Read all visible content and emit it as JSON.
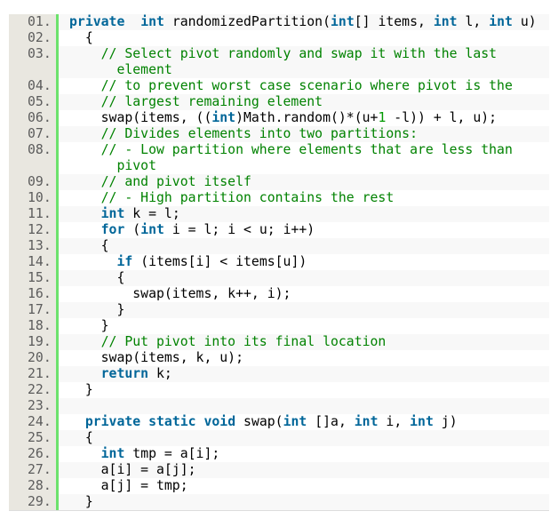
{
  "lines": [
    {
      "n": "01.",
      "code": [
        [
          "kw",
          "private"
        ],
        [
          "",
          "  "
        ],
        [
          "kw",
          "int"
        ],
        [
          "",
          " randomizedPartition("
        ],
        [
          "kw",
          "int"
        ],
        [
          "",
          "[] items, "
        ],
        [
          "kw",
          "int"
        ],
        [
          "",
          " l, "
        ],
        [
          "kw",
          "int"
        ],
        [
          "",
          " u)"
        ]
      ]
    },
    {
      "n": "02.",
      "code": [
        [
          "",
          "  {"
        ]
      ]
    },
    {
      "n": "03.",
      "code": [
        [
          "cm",
          "    // Select pivot randomly and swap it with the last\n      element"
        ]
      ]
    },
    {
      "n": "04.",
      "code": [
        [
          "cm",
          "    // to prevent worst case scenario where pivot is the"
        ]
      ]
    },
    {
      "n": "05.",
      "code": [
        [
          "cm",
          "    // largest remaining element"
        ]
      ]
    },
    {
      "n": "06.",
      "code": [
        [
          "",
          "    swap(items, (("
        ],
        [
          "kw",
          "int"
        ],
        [
          "",
          ")Math.random()*(u+"
        ],
        [
          "nm",
          "1"
        ],
        [
          "",
          " -l)) + l, u);"
        ]
      ]
    },
    {
      "n": "07.",
      "code": [
        [
          "cm",
          "    // Divides elements into two partitions:"
        ]
      ]
    },
    {
      "n": "08.",
      "code": [
        [
          "cm",
          "    // - Low partition where elements that are less than\n      pivot"
        ]
      ]
    },
    {
      "n": "09.",
      "code": [
        [
          "cm",
          "    // and pivot itself"
        ]
      ]
    },
    {
      "n": "10.",
      "code": [
        [
          "cm",
          "    // - High partition contains the rest"
        ]
      ]
    },
    {
      "n": "11.",
      "code": [
        [
          "",
          "    "
        ],
        [
          "kw",
          "int"
        ],
        [
          "",
          " k = l;"
        ]
      ]
    },
    {
      "n": "12.",
      "code": [
        [
          "",
          "    "
        ],
        [
          "kw",
          "for"
        ],
        [
          "",
          " ("
        ],
        [
          "kw",
          "int"
        ],
        [
          "",
          " i = l; i < u; i++)"
        ]
      ]
    },
    {
      "n": "13.",
      "code": [
        [
          "",
          "    {"
        ]
      ]
    },
    {
      "n": "14.",
      "code": [
        [
          "",
          "      "
        ],
        [
          "kw",
          "if"
        ],
        [
          "",
          " (items[i] < items[u])"
        ]
      ]
    },
    {
      "n": "15.",
      "code": [
        [
          "",
          "      {"
        ]
      ]
    },
    {
      "n": "16.",
      "code": [
        [
          "",
          "        swap(items, k++, i);"
        ]
      ]
    },
    {
      "n": "17.",
      "code": [
        [
          "",
          "      }"
        ]
      ]
    },
    {
      "n": "18.",
      "code": [
        [
          "",
          "    }"
        ]
      ]
    },
    {
      "n": "19.",
      "code": [
        [
          "cm",
          "    // Put pivot into its final location"
        ]
      ]
    },
    {
      "n": "20.",
      "code": [
        [
          "",
          "    swap(items, k, u);"
        ]
      ]
    },
    {
      "n": "21.",
      "code": [
        [
          "",
          "    "
        ],
        [
          "kw",
          "return"
        ],
        [
          "",
          " k;"
        ]
      ]
    },
    {
      "n": "22.",
      "code": [
        [
          "",
          "  }"
        ]
      ]
    },
    {
      "n": "23.",
      "code": [
        [
          "",
          ""
        ]
      ]
    },
    {
      "n": "24.",
      "code": [
        [
          "",
          "  "
        ],
        [
          "kw",
          "private"
        ],
        [
          "",
          " "
        ],
        [
          "kw",
          "static"
        ],
        [
          "",
          " "
        ],
        [
          "kw",
          "void"
        ],
        [
          "",
          " swap("
        ],
        [
          "kw",
          "int"
        ],
        [
          "",
          " []a, "
        ],
        [
          "kw",
          "int"
        ],
        [
          "",
          " i, "
        ],
        [
          "kw",
          "int"
        ],
        [
          "",
          " j)"
        ]
      ]
    },
    {
      "n": "25.",
      "code": [
        [
          "",
          "  {"
        ]
      ]
    },
    {
      "n": "26.",
      "code": [
        [
          "",
          "    "
        ],
        [
          "kw",
          "int"
        ],
        [
          "",
          " tmp = a[i];"
        ]
      ]
    },
    {
      "n": "27.",
      "code": [
        [
          "",
          "    a[i] = a[j];"
        ]
      ]
    },
    {
      "n": "28.",
      "code": [
        [
          "",
          "    a[j] = tmp;"
        ]
      ]
    },
    {
      "n": "29.",
      "code": [
        [
          "",
          "  }"
        ]
      ]
    }
  ]
}
